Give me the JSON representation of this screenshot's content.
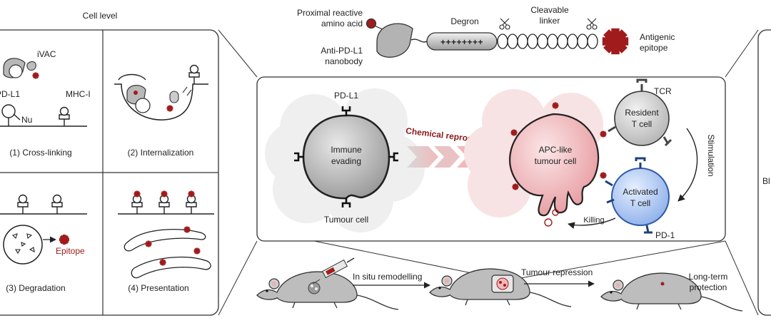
{
  "cell_level": {
    "title": "Cell level",
    "panels": [
      {
        "caption": "(1) Cross-linking",
        "labels": {
          "ivac": "iVAC",
          "pdl1": "PD-L1",
          "mhc": "MHC-I",
          "nu": "Nu"
        }
      },
      {
        "caption": "(2) Internalization"
      },
      {
        "caption": "(3) Degradation",
        "labels": {
          "epitope": "Epitope"
        }
      },
      {
        "caption": "(4) Presentation"
      }
    ]
  },
  "construct": {
    "proximal_line1": "Proximal reactive",
    "proximal_line2": "amino acid",
    "nanobody_line1": "Anti-PD-L1",
    "nanobody_line2": "nanobody",
    "degron": "Degron",
    "degron_charges": "++++++++",
    "linker_line1": "Cleavable",
    "linker_line2": "linker",
    "antigen_line1": "Antigenic",
    "antigen_line2": "epitope"
  },
  "tumour": {
    "pdl1": "PD-L1",
    "state_line1": "Immune",
    "state_line2": "evading",
    "name": "Tumour cell",
    "arrow_label": "Chemical reprogramming",
    "apc_line1": "APC-like",
    "apc_line2": "tumour cell",
    "tcr": "TCR",
    "resident_line1": "Resident",
    "resident_line2": "T cell",
    "activated_line1": "Activated",
    "activated_line2": "T cell",
    "pd1": "PD-1",
    "stimulation": "Stimulation",
    "killing": "Killing"
  },
  "mouse_row": {
    "step1": "In situ remodelling",
    "step2": "Tumour repression",
    "outcome_line1": "Long-term",
    "outcome_line2": "protection"
  },
  "right_panel": {
    "partial_label": "Bl"
  },
  "colors": {
    "epitope_red": "#a01c1c",
    "apc_pink": "#f3c9cb",
    "tcell_blue": "#3d6fbf",
    "resident_gray": "#c9c9c9",
    "panel_border": "#333333"
  }
}
